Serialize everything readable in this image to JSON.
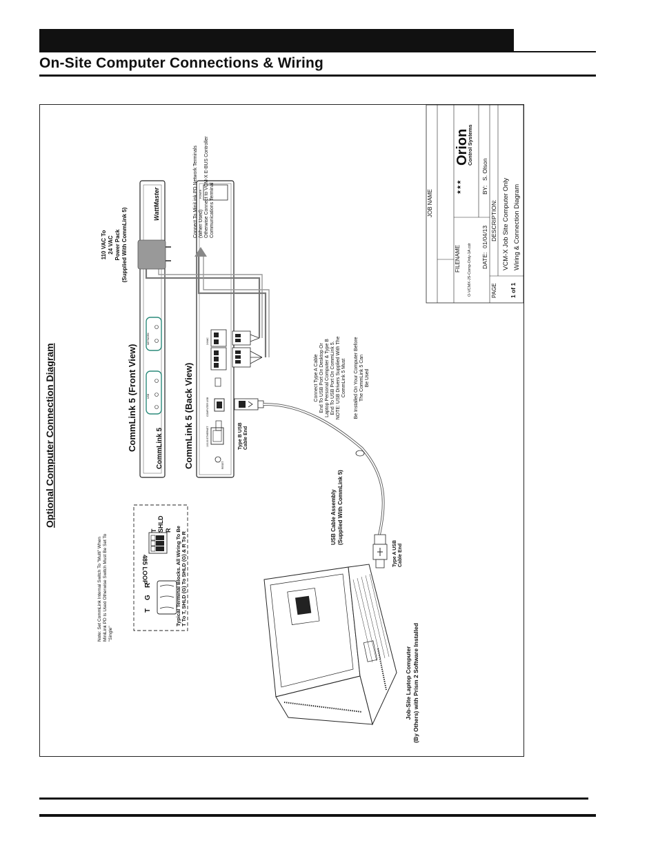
{
  "page": {
    "title": "On-Site Computer Connections & Wiring"
  },
  "diagram": {
    "heading": "Optional Computer Connection Diagram",
    "front_view_label": "CommLink 5  (Front View)",
    "back_view_label": "CommLink 5  (Back View)",
    "device_logo": "CommLink 5",
    "brand_logo": "WattMaster",
    "front_panel_labels": [
      "NETWORK",
      "LOOP",
      "COMM",
      "USB",
      "485 LOOP"
    ],
    "back_panel_labels": [
      "POWER",
      "24VAC",
      "GND",
      "T",
      "SHLD",
      "R",
      "COMPUTER USB",
      "MULTIPLE",
      "SINGLE",
      "10/100 ETHERNET",
      "RESET"
    ],
    "power_pack": [
      "110 VAC To",
      "24 VAC",
      "Power Pack",
      "(Supplied With CommLink 5)"
    ],
    "network_note": [
      "Connect To MiniLink PD Network Terminals",
      "(When Used)",
      "Otherwise Connect to VCM-X E-BUS Controller",
      "Communications Terminal"
    ],
    "connect_note": [
      "Connect Type A Cable",
      "End To USB Port On Desktop Or",
      "Laptop Personal Computer & Type B",
      "End To USB Port On CommLink 5.",
      "NOTE: USB Drivers Supplied With The",
      "CommLink 5 Must",
      "Be Installed On Your Computer Before",
      "The CommLink 5 Can",
      "Be Used"
    ],
    "type_b_label": [
      "Type B USB",
      "Cable End"
    ],
    "usb_assembly": [
      "USB Cable Assembly",
      "(Supplied With CommLink 5)"
    ],
    "type_a_label": [
      "Type A USB",
      "Cable End"
    ],
    "laptop_label": [
      "Job-Site Laptop Computer",
      "(By Others) with Prism 2 Software Installed"
    ],
    "note_switch": [
      "Note:  Set CommLink Internal Switch To \"Multi\" When",
      "MiniLink PD Is Used Otherwise Switch Must Be Set To",
      "\"Single\""
    ],
    "terminal_note": [
      "Typical Terminal Blocks. All Wiring To Be",
      "T To T, SHLD (G) To SHLD (G) & R To R"
    ],
    "loop_label": "485 LOOP",
    "tgr_labels": [
      "T",
      "G",
      "R"
    ],
    "tsr_labels": [
      "T",
      "SHLD",
      "R"
    ]
  },
  "title_block": {
    "job_name_label": "JOB NAME",
    "filename_label": "FILENAME",
    "filename": "O-VCMX-JS-Comp-Only-1A.cdr",
    "date_label": "DATE:",
    "date": "01/04/13",
    "by_label": "BY:",
    "by": "S. Olson",
    "description_label": "DESCRIPTION:",
    "description_line1": "VCM-X Job Site Computer Only",
    "description_line2": "Wiring & Connection Diagram",
    "page_label": "PAGE",
    "page_value": "1 of 1",
    "logo_main": "Orion",
    "logo_sub": "Control Systems"
  }
}
